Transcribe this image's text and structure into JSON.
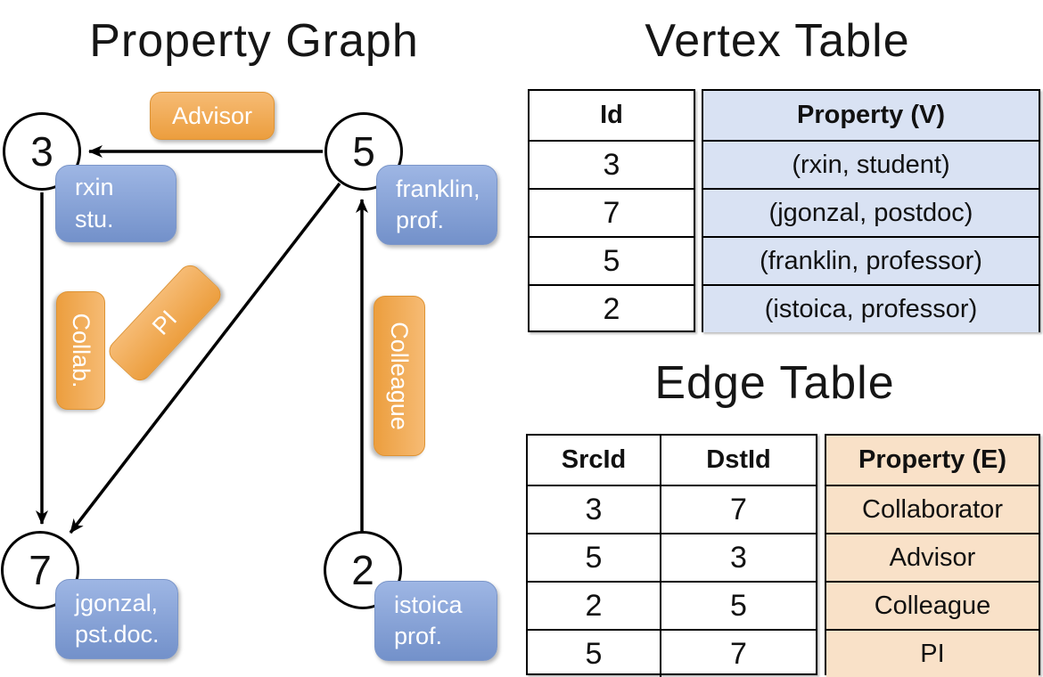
{
  "graph": {
    "title": "Property Graph",
    "nodes": [
      {
        "id": "3",
        "box": [
          "rxin",
          "stu."
        ]
      },
      {
        "id": "5",
        "box": [
          "franklin,",
          "prof."
        ]
      },
      {
        "id": "7",
        "box": [
          "jgonzal,",
          "pst.doc."
        ]
      },
      {
        "id": "2",
        "box": [
          "istoica",
          "prof."
        ]
      }
    ],
    "edge_labels": {
      "advisor": "Advisor",
      "collab": "Collab.",
      "pi": "PI",
      "colleague": "Colleague"
    },
    "edges": [
      {
        "src": "5",
        "dst": "3",
        "label": "Advisor"
      },
      {
        "src": "3",
        "dst": "7",
        "label": "Collab."
      },
      {
        "src": "5",
        "dst": "7",
        "label": "PI"
      },
      {
        "src": "2",
        "dst": "5",
        "label": "Colleague"
      }
    ]
  },
  "vertex_table": {
    "title": "Vertex Table",
    "columns": [
      "Id",
      "Property (V)"
    ],
    "rows": [
      [
        "3",
        "(rxin, student)"
      ],
      [
        "7",
        "(jgonzal, postdoc)"
      ],
      [
        "5",
        "(franklin, professor)"
      ],
      [
        "2",
        "(istoica, professor)"
      ]
    ]
  },
  "edge_table": {
    "title": "Edge Table",
    "columns": [
      "SrcId",
      "DstId",
      "Property (E)"
    ],
    "rows": [
      [
        "3",
        "7",
        "Collaborator"
      ],
      [
        "5",
        "3",
        "Advisor"
      ],
      [
        "2",
        "5",
        "Colleague"
      ],
      [
        "5",
        "7",
        "PI"
      ]
    ]
  },
  "colors": {
    "orange-top": "#f6bb74",
    "orange-bottom": "#ec9e3e",
    "orange-border": "#de9334",
    "blue-top": "#9eb6e4",
    "blue-bottom": "#7391ca",
    "blue-border": "#7b96c9",
    "vertex-fill": "#d9e2f3",
    "edge-fill": "#f9e1c8",
    "line-color": "#000000"
  }
}
